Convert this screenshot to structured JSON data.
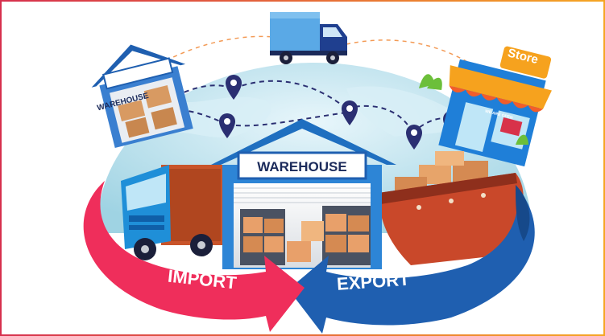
{
  "labels": {
    "warehouse_main": "WAREHOUSE",
    "warehouse_small": "WAREHOUSE",
    "store": "Store",
    "sale": "WE ARE OPEN",
    "import": "IMPORT",
    "export": "EXPORT"
  },
  "colors": {
    "border_left": "#d62f4d",
    "border_right": "#f5a623",
    "globe": "#bfe3ee",
    "import_arrow": "#ef2e5b",
    "export_arrow": "#1f5fb0",
    "warehouse_roof": "#1f6fc0",
    "truck_blue": "#1f8fd8",
    "ship_red": "#c9482a",
    "pin": "#2b2f72",
    "boxes": "#e8a06a"
  },
  "icons": [
    "map-pin-icon",
    "delivery-truck-icon",
    "semi-truck-icon",
    "cargo-ship-icon",
    "store-icon",
    "warehouse-icon"
  ]
}
